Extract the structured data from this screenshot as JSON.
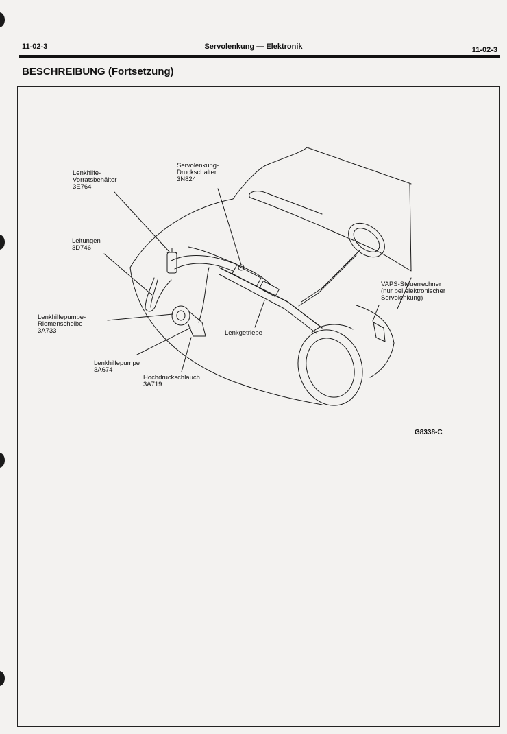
{
  "header": {
    "left": "11-02-3",
    "center": "Servolenkung — Elektronik",
    "right": "11-02-3"
  },
  "section_title": "BESCHREIBUNG (Fortsetzung)",
  "figure": {
    "id": "G8338-C",
    "labels": {
      "vorratsbehaelter": "Lenkhilfe-\nVorratsbehälter\n3E764",
      "druckschalter": "Servolenkung-\nDruckschalter\n3N824",
      "leitungen": "Leitungen\n3D746",
      "riemenscheibe": "Lenkhilfepumpe-\nRiemenscheibe\n3A733",
      "lenkgetriebe": "Lenkgetriebe",
      "pumpe": "Lenkhilfepumpe\n3A674",
      "hochdruckschlauch": "Hochdruckschlauch\n3A719",
      "vaps": "VAPS-Steuerrechner\n(nur bei elektronischer\nServolenkung)"
    }
  }
}
